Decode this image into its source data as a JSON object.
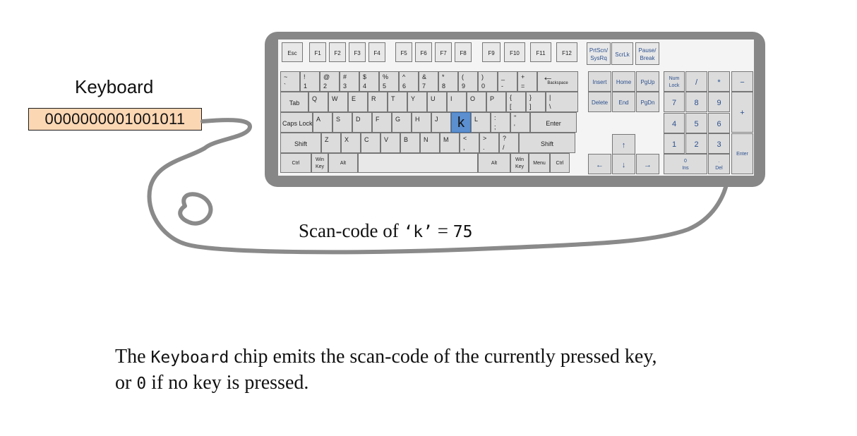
{
  "title": "Keyboard",
  "register_value": "0000000001001011",
  "scan_label": {
    "prefix": "Scan-code of ",
    "key": "‘k’",
    "equals": " = ",
    "value": "75"
  },
  "caption": {
    "part1": "The ",
    "chip": "Keyboard",
    "part2": " chip emits the scan-code of the currently pressed key,",
    "part3": "or ",
    "zero": "0",
    "part4": " if no key is pressed."
  },
  "pressed_key": "k",
  "colors": {
    "register_fill": "#fcd7b4",
    "highlight": "#5b8fd0",
    "keyboard_frame": "#878787",
    "cable": "#888888"
  },
  "keys": {
    "function_row": [
      "Esc",
      "F1",
      "F2",
      "F3",
      "F4",
      "F5",
      "F6",
      "F7",
      "F8",
      "F9",
      "F10",
      "F11",
      "F12",
      "PrtScn/\nSysRq",
      "ScrLk",
      "Pause/\nBreak"
    ],
    "number_row": [
      [
        "~",
        "`"
      ],
      [
        "!",
        "1"
      ],
      [
        "@",
        "2"
      ],
      [
        "#",
        "3"
      ],
      [
        "$",
        "4"
      ],
      [
        "%",
        "5"
      ],
      [
        "^",
        "6"
      ],
      [
        "&",
        "7"
      ],
      [
        "*",
        "8"
      ],
      [
        "(",
        "9"
      ],
      [
        ")",
        "0"
      ],
      [
        "_",
        "-"
      ],
      [
        "+",
        "="
      ],
      [
        "←",
        "Backspace"
      ]
    ],
    "qwerty_row": [
      "Tab",
      "Q",
      "W",
      "E",
      "R",
      "T",
      "Y",
      "U",
      "I",
      "O",
      "P",
      [
        "{",
        "["
      ],
      [
        "}",
        "]"
      ],
      [
        "|",
        "\\"
      ]
    ],
    "home_row": [
      "Caps Lock",
      "A",
      "S",
      "D",
      "F",
      "G",
      "H",
      "J",
      "k",
      "L",
      [
        ":",
        ";"
      ],
      [
        "\"",
        "'"
      ],
      "Enter"
    ],
    "shift_row": [
      "Shift",
      "Z",
      "X",
      "C",
      "V",
      "B",
      "N",
      "M",
      [
        "<",
        ","
      ],
      [
        ">",
        "."
      ],
      [
        "?",
        "/"
      ],
      "Shift"
    ],
    "bottom_row": [
      "Ctrl",
      "Win\nKey",
      "Alt",
      "",
      "Alt",
      "Win\nKey",
      "Menu",
      "Ctrl"
    ],
    "nav_cluster": [
      "Insert",
      "Home",
      "PgUp",
      "Delete",
      "End",
      "PgDn",
      "↑",
      "←",
      "↓",
      "→"
    ],
    "numpad": [
      "Num\nLock",
      "/",
      "*",
      "−",
      "7",
      "8",
      "9",
      "+",
      "4",
      "5",
      "6",
      "1",
      "2",
      "3",
      "Enter",
      "0\nIns",
      ".\nDel"
    ]
  }
}
